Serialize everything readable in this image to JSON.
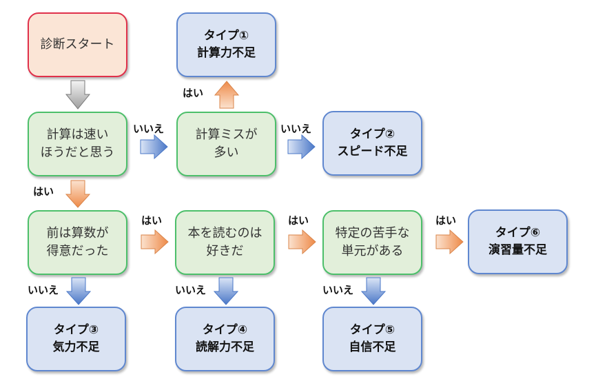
{
  "diagram": {
    "type": "flowchart",
    "nodes": {
      "start": {
        "text": "診断スタート"
      },
      "q1": {
        "text": "計算は速い\nほうだと思う"
      },
      "q2": {
        "text": "計算ミスが\n多い"
      },
      "q3": {
        "text": "前は算数が\n得意だった"
      },
      "q4": {
        "text": "本を読むのは\n好きだ"
      },
      "q5": {
        "text": "特定の苦手な\n単元がある"
      },
      "t1": {
        "text": "タイプ①\n計算力不足"
      },
      "t2": {
        "text": "タイプ②\nスピード不足"
      },
      "t3": {
        "text": "タイプ③\n気力不足"
      },
      "t4": {
        "text": "タイプ④\n読解力不足"
      },
      "t5": {
        "text": "タイプ⑤\n自信不足"
      },
      "t6": {
        "text": "タイプ⑥\n演習量不足"
      }
    },
    "edges": [
      {
        "from": "start",
        "to": "q1",
        "label": ""
      },
      {
        "from": "q1",
        "to": "q2",
        "label": "いいえ"
      },
      {
        "from": "q1",
        "to": "q3",
        "label": "はい"
      },
      {
        "from": "q2",
        "to": "t1",
        "label": "はい"
      },
      {
        "from": "q2",
        "to": "t2",
        "label": "いいえ"
      },
      {
        "from": "q3",
        "to": "q4",
        "label": "はい"
      },
      {
        "from": "q3",
        "to": "t3",
        "label": "いいえ"
      },
      {
        "from": "q4",
        "to": "q5",
        "label": "はい"
      },
      {
        "from": "q4",
        "to": "t4",
        "label": "いいえ"
      },
      {
        "from": "q5",
        "to": "t6",
        "label": "はい"
      },
      {
        "from": "q5",
        "to": "t5",
        "label": "いいえ"
      }
    ],
    "colors": {
      "start_fill": "#fbe5d6",
      "start_border": "#e0304a",
      "question_fill": "#e2efda",
      "question_border": "#4cbf6a",
      "result_fill": "#dae3f3",
      "result_border": "#5f87cf",
      "yes_arrow": "#f4a46e",
      "no_arrow": "#4f7cc9",
      "start_arrow": "#b0b0b0"
    }
  }
}
